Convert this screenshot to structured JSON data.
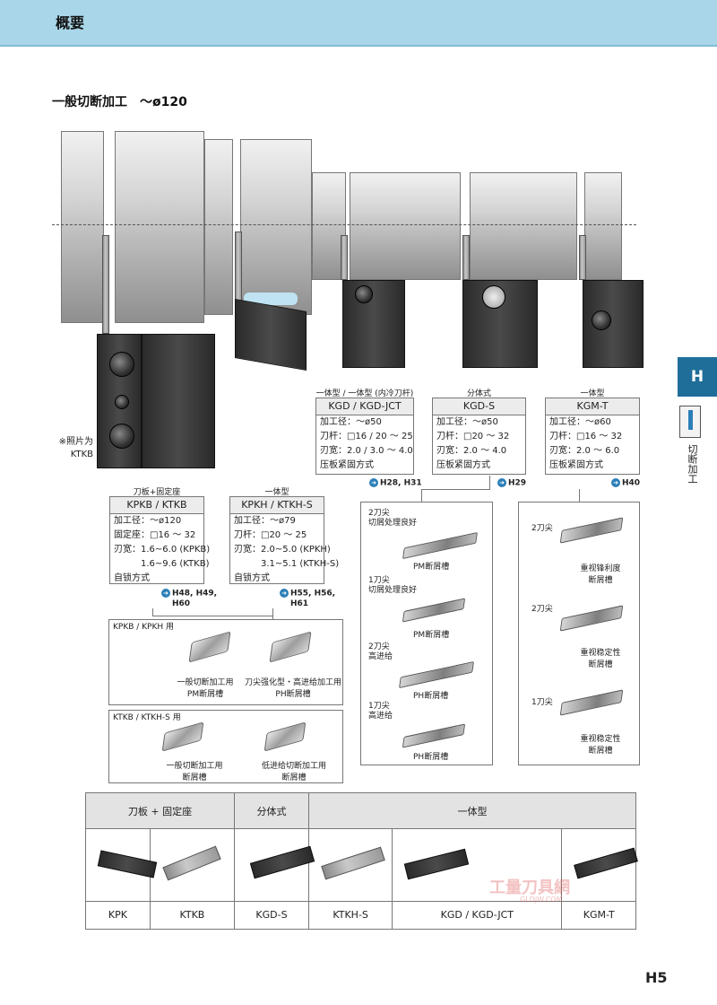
{
  "header": {
    "title": "概要"
  },
  "section": {
    "title": "一般切断加工　～ø120"
  },
  "photo_note": {
    "line1": "※照片为",
    "line2": "KTKB"
  },
  "side": {
    "tab_letter": "H",
    "tab_text": "切断加工"
  },
  "boxes": {
    "kgd": {
      "above": "一体型 / 一体型 (内冷刀杆)",
      "title": "KGD / KGD-JCT",
      "lines": [
        "加工径：～ø50",
        "刀杆：□16 / 20 ～ 25",
        "刃宽：2.0 / 3.0 ～ 4.0",
        "压板紧固方式"
      ],
      "ref": "H28, H31"
    },
    "kgds": {
      "above": "分体式",
      "title": "KGD-S",
      "lines": [
        "加工径：～ø50",
        "刀杆：□20 ～ 32",
        "刃宽：2.0 ～ 4.0",
        "压板紧固方式"
      ],
      "ref": "H29"
    },
    "kgmt": {
      "above": "一体型",
      "title": "KGM-T",
      "lines": [
        "加工径：～ø60",
        "刀杆：□16 ～ 32",
        "刃宽：2.0 ～ 6.0",
        "压板紧固方式"
      ],
      "ref": "H40"
    },
    "kpkb": {
      "above": "刀板+固定座",
      "title": "KPKB / KTKB",
      "lines": [
        "加工径：～ø120",
        "固定座：□16 ～ 32",
        "刃宽：1.6~6.0 (KPKB)",
        "　　　1.6~9.6 (KTKB)",
        "自锁方式"
      ],
      "ref1": "H48, H49,",
      "ref2": "H60"
    },
    "kpkh": {
      "above": "一体型",
      "title": "KPKH / KTKH-S",
      "lines": [
        "加工径：～ø79",
        "刀杆：□20 ～ 25",
        "刃宽：2.0~5.0 (KPKH)",
        "　　　3.1~5.1 (KTKH-S)",
        "自锁方式"
      ],
      "ref1": "H55, H56,",
      "ref2": "H61"
    }
  },
  "panel_kpkb": {
    "title": "KPKB / KPKH 用",
    "items": [
      {
        "l1": "一般切断加工用",
        "l2": "PM断屑槽"
      },
      {
        "l1": "刀尖强化型・高进给加工用",
        "l2": "PH断屑槽"
      }
    ]
  },
  "panel_ktkb": {
    "title": "KTKB / KTKH-S 用",
    "items": [
      {
        "l1": "一般切断加工用",
        "l2": "断屑槽"
      },
      {
        "l1": "低进给切断加工用",
        "l2": "断屑槽"
      }
    ]
  },
  "panel_kgd": {
    "items": [
      {
        "l1": "2刀尖",
        "l2": "切屑处理良好",
        "cap": "PM断屑槽"
      },
      {
        "l1": "1刀尖",
        "l2": "切屑处理良好",
        "cap": "PM断屑槽"
      },
      {
        "l1": "2刀尖",
        "l2": "高进给",
        "cap": "PH断屑槽"
      },
      {
        "l1": "1刀尖",
        "l2": "高进给",
        "cap": "PH断屑槽"
      }
    ]
  },
  "panel_kgm": {
    "items": [
      {
        "l1": "2刀尖",
        "c1": "重视锋利度",
        "c2": "断屑槽"
      },
      {
        "l1": "2刀尖",
        "c1": "重视稳定性",
        "c2": "断屑槽"
      },
      {
        "l1": "1刀尖",
        "c1": "重视稳定性",
        "c2": "断屑槽"
      }
    ]
  },
  "table": {
    "headers": [
      "刀板 + 固定座",
      "分体式",
      "一体型"
    ],
    "tools": [
      "KPK",
      "KTKB",
      "KGD-S",
      "KTKH-S",
      "KGD / KGD-JCT",
      "KGM-T"
    ]
  },
  "watermark": {
    "text": "工量刀具網",
    "url": "GLDJW.COM"
  },
  "page_number": "H5"
}
